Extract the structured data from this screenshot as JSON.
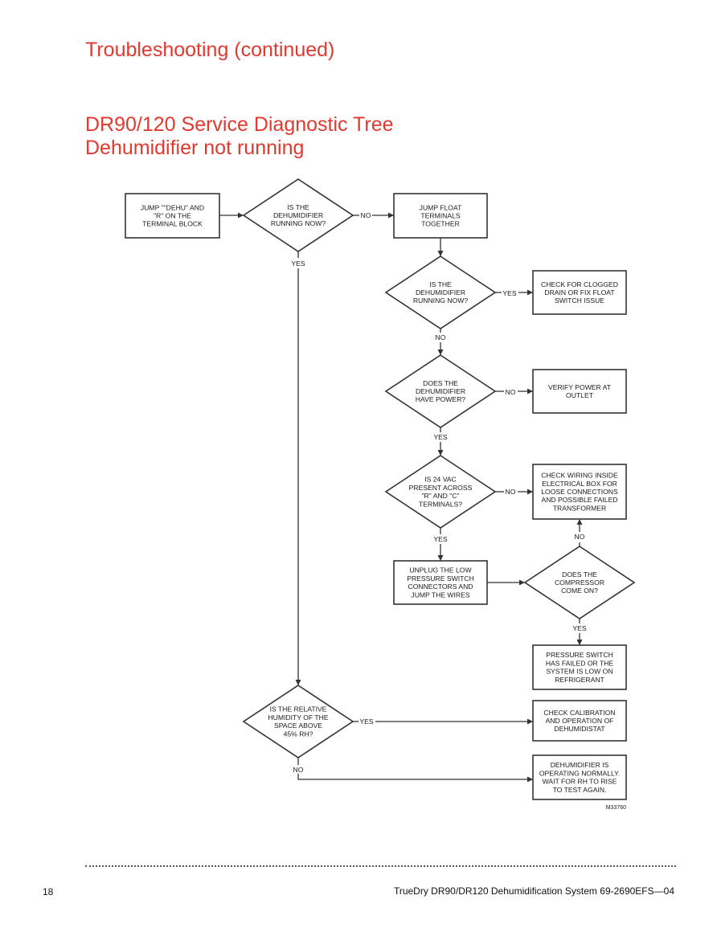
{
  "heading": {
    "section": "Troubleshooting (continued)",
    "tree_title_line1": "DR90/120 Service Diagnostic Tree",
    "tree_title_line2": "Dehumidifier not running"
  },
  "nodes": {
    "jump_dehu": [
      "JUMP \"\"DEHU\" AND",
      "\"R\" ON THE",
      "TERMINAL BLOCK"
    ],
    "q_running_1": [
      "IS THE",
      "DEHUMIDIFIER",
      "RUNNING NOW?"
    ],
    "jump_float": [
      "JUMP FLOAT",
      "TERMINALS",
      "TOGETHER"
    ],
    "q_running_2": [
      "IS THE",
      "DEHUMIDIFIER",
      "RUNNING NOW?"
    ],
    "check_drain": [
      "CHECK FOR CLOGGED",
      "DRAIN OR FIX FLOAT",
      "SWITCH ISSUE"
    ],
    "q_power": [
      "DOES THE",
      "DEHUMIDIFIER",
      "HAVE POWER?"
    ],
    "verify_power": [
      "VERIFY POWER AT",
      "OUTLET"
    ],
    "q_24vac": [
      "IS 24 VAC",
      "PRESENT ACROSS",
      "\"R\" AND \"C\"",
      "TERMINALS?"
    ],
    "check_wiring": [
      "CHECK WIRING INSIDE",
      "ELECTRICAL BOX FOR",
      "LOOSE CONNECTIONS",
      "AND POSSIBLE FAILED",
      "TRANSFORMER"
    ],
    "unplug_switch": [
      "UNPLUG THE LOW",
      "PRESSURE SWITCH",
      "CONNECTORS AND",
      "JUMP THE WIRES"
    ],
    "q_compressor": [
      "DOES THE",
      "COMPRESSOR",
      "COME ON?"
    ],
    "pressure_failed": [
      "PRESSURE SWITCH",
      "HAS FAILED OR THE",
      "SYSTEM IS LOW ON",
      "REFRIGERANT"
    ],
    "q_humidity": [
      "IS THE RELATIVE",
      "HUMIDITY OF THE",
      "SPACE ABOVE",
      "45% RH?"
    ],
    "check_calibration": [
      "CHECK CALIBRATION",
      "AND OPERATION OF",
      "DEHUMIDISTAT"
    ],
    "operating_normally": [
      "DEHUMIDIFIER IS",
      "OPERATING NORMALLY.",
      "WAIT FOR RH TO RISE",
      "TO TEST AGAIN."
    ]
  },
  "edge_labels": {
    "no": "NO",
    "yes": "YES"
  },
  "figure_code": "M33760",
  "footer": {
    "page_number": "18",
    "text": "TrueDry DR90/DR120 Dehumidification System   69-2690EFS—04"
  },
  "colors": {
    "heading": "#e03a2f",
    "line": "#333333"
  }
}
